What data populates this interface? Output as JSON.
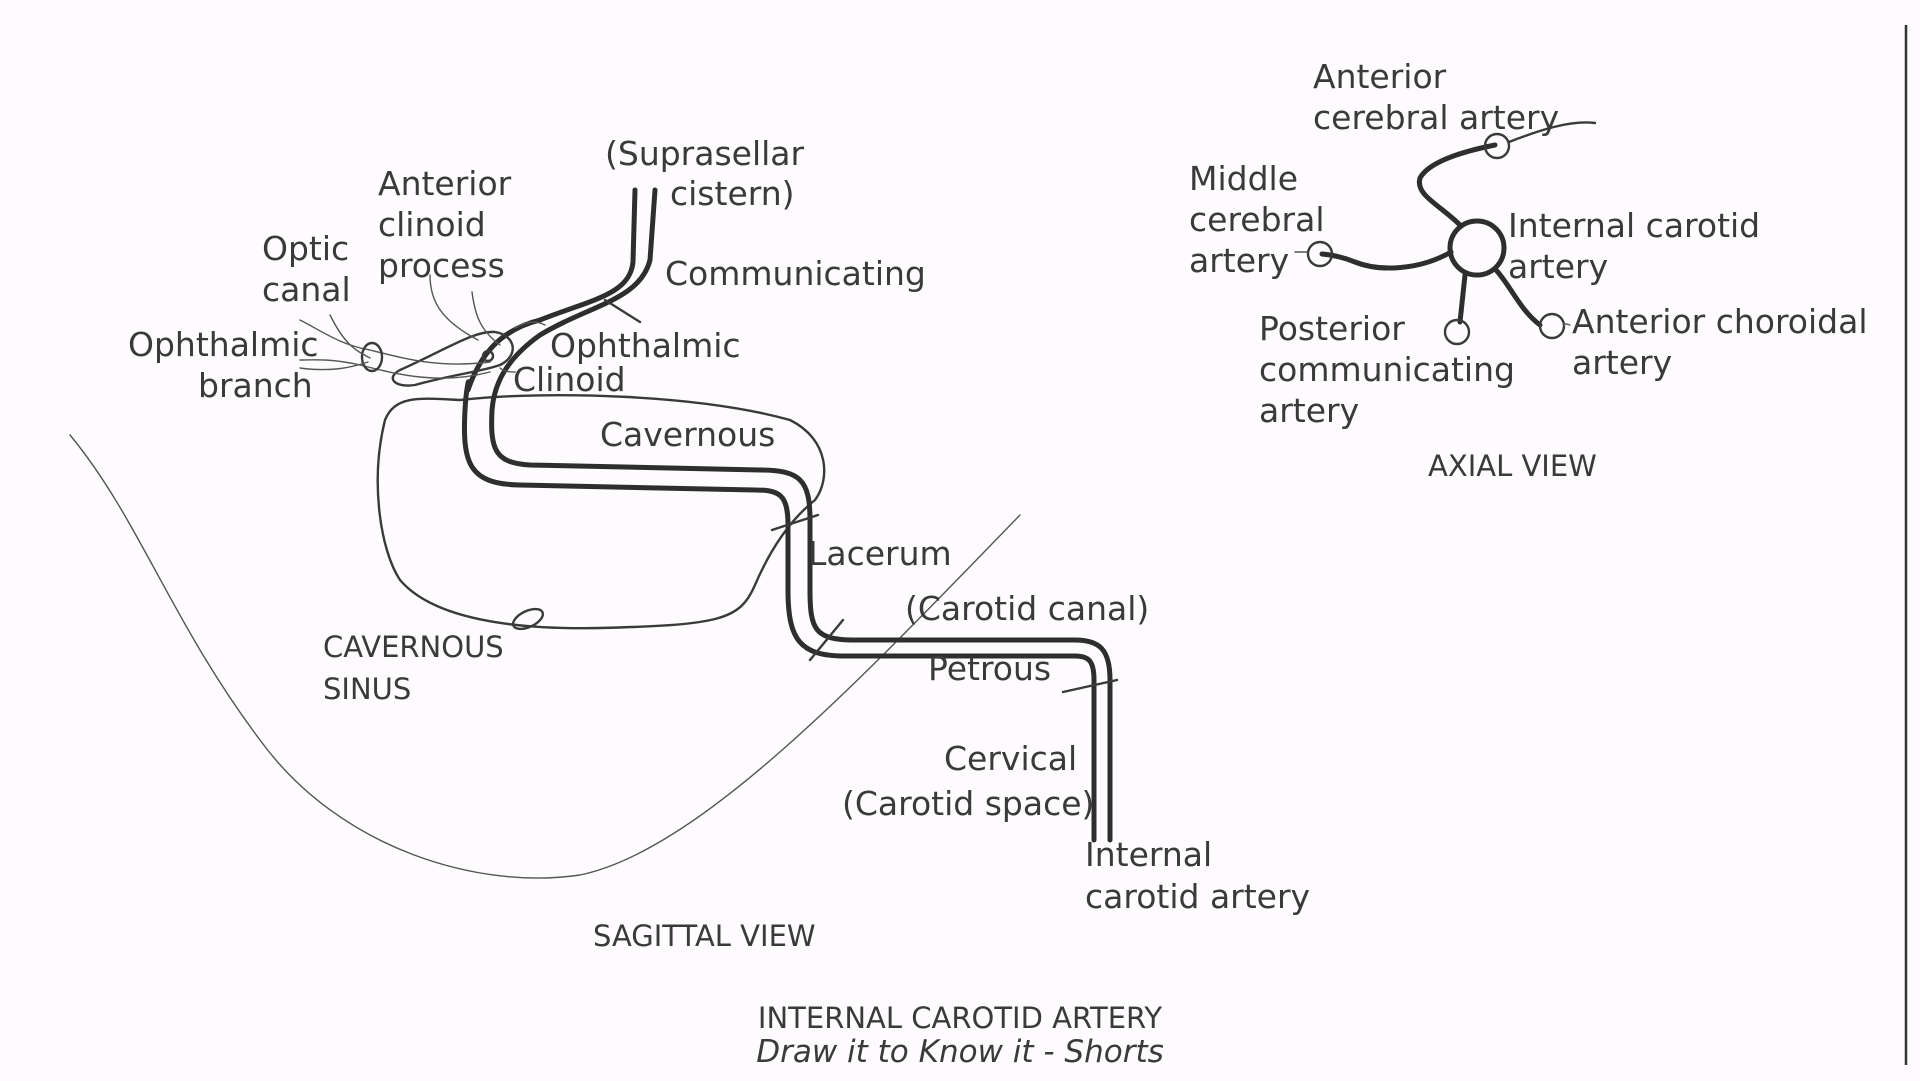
{
  "sagittal": {
    "suprasellar": "(Suprasellar",
    "cistern": "cistern)",
    "anterior": "Anterior",
    "clinoid": "clinoid",
    "process": "process",
    "optic": "Optic",
    "canal": "canal",
    "communicating": "Communicating",
    "ophthalmic_seg": "Ophthalmic",
    "ophthalmic": "Ophthalmic",
    "branch": "branch",
    "clinoid_seg": "Clinoid",
    "cavernous_seg": "Cavernous",
    "lacerum": "Lacerum",
    "carotid_canal": "(Carotid canal)",
    "petrous": "Petrous",
    "cervical": "Cervical",
    "carotid_space": "(Carotid space)",
    "cavernous_sinus_1": "CAVERNOUS",
    "cavernous_sinus_2": "SINUS",
    "ica_1": "Internal",
    "ica_2": "carotid artery",
    "view": "SAGITTAL VIEW"
  },
  "axial": {
    "aca_1": "Anterior",
    "aca_2": "cerebral artery",
    "mca_1": "Middle",
    "mca_2": "cerebral",
    "mca_3": "artery",
    "ica_1": "Internal carotid",
    "ica_2": "artery",
    "pcom_1": "Posterior",
    "pcom_2": "communicating",
    "pcom_3": "artery",
    "achor_1": "Anterior choroidal",
    "achor_2": "artery",
    "view": "AXIAL VIEW"
  },
  "footer": {
    "title": "INTERNAL CAROTID ARTERY",
    "subtitle": "Draw it to Know it - Shorts"
  }
}
